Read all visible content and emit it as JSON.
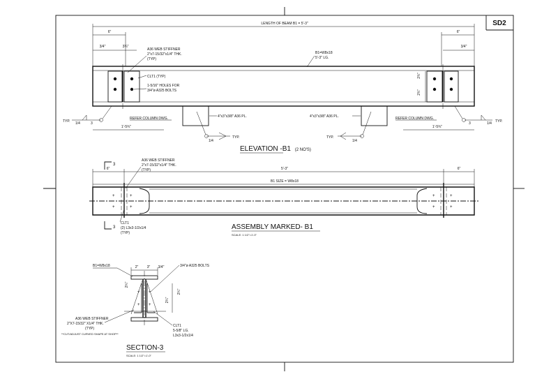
{
  "sheet": {
    "number": "SD2"
  },
  "elevation": {
    "title": "ELEVATION -B1",
    "qty": "(2 NO'S)",
    "length_note": "LENGTH OF BEAM B1 = 5'-3\"",
    "dim_left_6": "6\"",
    "dim_right_6": "6\"",
    "dim_3_4": "3/4\"",
    "dim_3_14": "3¼\"",
    "dim_3_4r": "3/4\"",
    "dim_2_34": "2¾\"",
    "dim_2_34b": "2¾\"",
    "dim_1_534_left": "1'-5¾\"",
    "dim_1_534_right": "1'-5¾\"",
    "beam_label_1": "B1=W8x18",
    "beam_label_2": "5'-3\" LG.",
    "stiffener_1": "A36 WEB STIFFNER",
    "stiffener_2": "2\"x7-15/32\"x1/4\" THK.",
    "stiffener_3": "(TYP)",
    "clip": "CLT1 (TYP)",
    "holes_1": "1-5/16\" HOLES FOR",
    "holes_2": "3/4\"ø A325 BOLTS",
    "refer_left": "REFER COLUMN DWG.",
    "refer_right": "REFER COLUMN DWG.",
    "plate_left": "4\"x3\"x3/8\" A36 PL.",
    "plate_right": "4\"x3\"x3/8\" A36 PL.",
    "weld_typ": "TYP.",
    "weld_quarter": "1/4",
    "weld_three": "3"
  },
  "assembly": {
    "title": "ASSEMBLY MARKED- B1",
    "scale": "SCALE: 1 1/2\"=1'-0\"",
    "section_mark": "3",
    "dim_left": "6\"",
    "dim_right": "6\"",
    "overall": "5'-3\"",
    "size": "B1 SIZE = W8x18",
    "stiffener_1": "A36 WEB STIFFNER",
    "stiffener_2": "2\"x7-15/32\"x1/4\" THK.",
    "stiffener_3": "(TYP)",
    "clip_1": "CLT1",
    "clip_2": "(2) L3x3-1/2x1/4",
    "clip_3": "(TYP)"
  },
  "section": {
    "title": "SECTION-3",
    "scale": "SCALE: 1 1/2\"=1'-0\"",
    "beam": "B1=W8x18",
    "bolts": "3/4\"ø A325 BOLTS",
    "dim_2": "2\"",
    "dim_3": "3\"",
    "dim_34": "3/4\"",
    "dim_2_34": "2¾\"",
    "dim_2_34b": "2¾\"",
    "dim_2_34c": "2¾\"",
    "stiffener_1": "A36 WEB STIFFNER",
    "stiffener_2": "2\"X7-15/32\" X1/4\" THK.",
    "stiffener_3": "(TYP)",
    "note": "**CUT/ADJUST CURVED SHAPE AT SHOP**",
    "clip_1": "CLT1",
    "clip_2": "5-5/8\" LG.",
    "clip_3": "L3x3-1/2x1/4"
  }
}
